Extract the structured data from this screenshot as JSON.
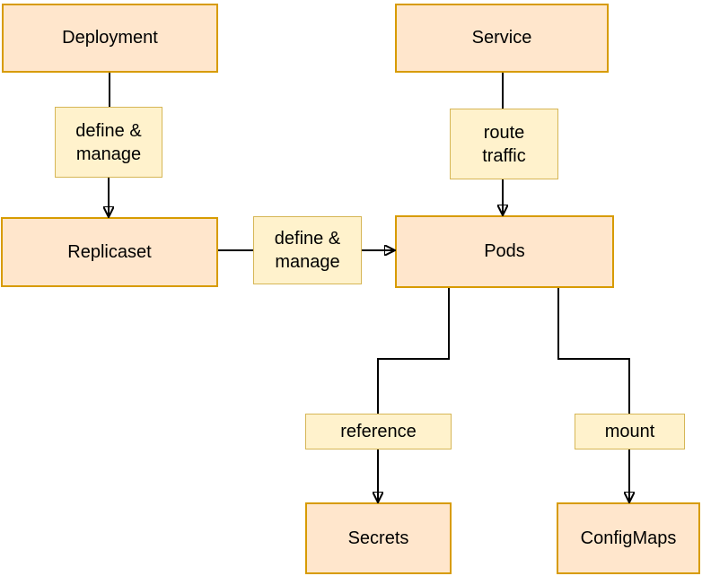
{
  "colors": {
    "background": "#ffffff",
    "node_fill": "#ffe6cc",
    "node_border": "#d79b00",
    "label_fill": "#fff2cc",
    "label_border": "#d6b656",
    "connector": "#000000",
    "text": "#000000"
  },
  "nodes": [
    {
      "id": "deployment",
      "label": "Deployment"
    },
    {
      "id": "service",
      "label": "Service"
    },
    {
      "id": "replicaset",
      "label": "Replicaset"
    },
    {
      "id": "pods",
      "label": "Pods"
    },
    {
      "id": "secrets",
      "label": "Secrets"
    },
    {
      "id": "configmaps",
      "label": "ConfigMaps"
    }
  ],
  "edge_labels": [
    {
      "id": "define-manage-vertical",
      "label": "define &\nmanage"
    },
    {
      "id": "route-traffic",
      "label": "route\ntraffic"
    },
    {
      "id": "define-manage-horizontal",
      "label": "define &\nmanage"
    },
    {
      "id": "reference",
      "label": "reference"
    },
    {
      "id": "mount",
      "label": "mount"
    }
  ],
  "edges": [
    {
      "from": "Deployment",
      "to": "Replicaset",
      "label": "define & manage",
      "style": "arrow"
    },
    {
      "from": "Service",
      "to": "Pods",
      "label": "route traffic",
      "style": "arrow"
    },
    {
      "from": "Replicaset",
      "to": "Pods",
      "label": "define & manage",
      "style": "arrow"
    },
    {
      "from": "Pods",
      "to": "Secrets",
      "label": "reference",
      "style": "elbow-arrow"
    },
    {
      "from": "Pods",
      "to": "ConfigMaps",
      "label": "mount",
      "style": "elbow-arrow"
    }
  ]
}
